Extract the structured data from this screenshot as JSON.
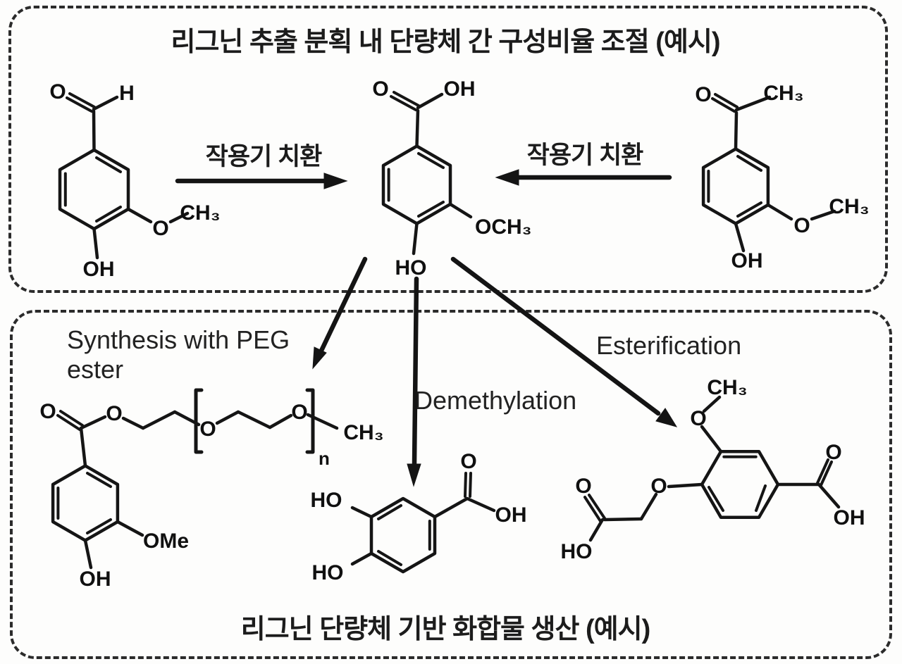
{
  "top_box": {
    "title": "리그닌 추출 분획 내 단량체 간 구성비율 조절 (예시)",
    "left_arrow_label": "작용기 치환",
    "right_arrow_label": "작용기 치환"
  },
  "bottom_box": {
    "caption": "리그닌 단량체 기반 화합물 생산 (예시)",
    "peg_label": "Synthesis with PEG\nester",
    "demethylation_label": "Demethylation",
    "esterification_label": "Esterification"
  },
  "molecules": {
    "vanillin": {
      "labels": {
        "carbonyl_o": "O",
        "aldehyde_h": "H",
        "methoxy_o": "O",
        "methoxy_ch3": "CH₃",
        "hydroxyl": "OH"
      }
    },
    "vanillic_acid": {
      "labels": {
        "carbonyl_o": "O",
        "acid_oh": "OH",
        "methoxy": "OCH₃",
        "hydroxyl": "HO"
      }
    },
    "acetovanillone": {
      "labels": {
        "carbonyl_o": "O",
        "acetyl_ch3": "CH₃",
        "methoxy_o": "O",
        "methoxy_ch3": "CH₃",
        "hydroxyl": "OH"
      }
    },
    "peg_ester": {
      "labels": {
        "carbonyl_o": "O",
        "ester_o": "O",
        "repeat_o1": "O",
        "repeat_o2": "O",
        "repeat_n": "n",
        "end_ch3": "CH₃",
        "methoxy": "OMe",
        "hydroxyl": "OH"
      }
    },
    "protocatechuic_acid": {
      "labels": {
        "hydroxyl_top": "HO",
        "hydroxyl_bottom": "HO",
        "carbonyl_o": "O",
        "acid_oh": "OH"
      }
    },
    "ester_product": {
      "labels": {
        "methoxy_ch3": "CH₃",
        "methoxy_o": "O",
        "ether_o": "O",
        "left_carbonyl_o": "O",
        "left_acid_ho": "HO",
        "right_carbonyl_o": "O",
        "right_acid_oh": "OH"
      }
    }
  }
}
